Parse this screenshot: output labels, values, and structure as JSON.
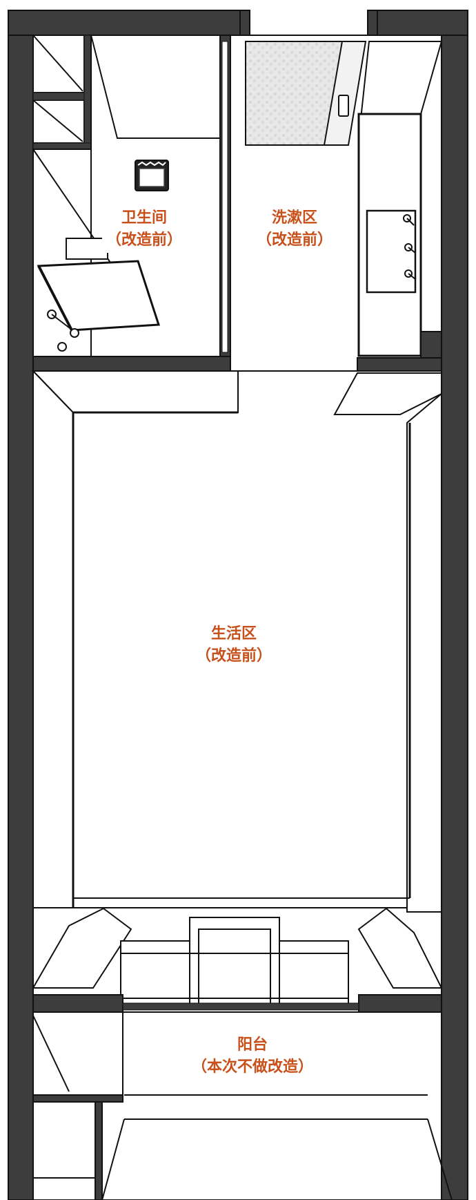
{
  "colors": {
    "wall": "#3d3d3d",
    "wall_edge": "#1a1a1a",
    "floor": "#ffffff",
    "fixture_line": "#222222",
    "frosted_glass": "#e4e4e4",
    "label_text": "#c8501a"
  },
  "rooms": {
    "bathroom": {
      "name": "卫生间",
      "note": "（改造前）"
    },
    "wash_area": {
      "name": "洗漱区",
      "note": "（改造前）"
    },
    "living_area": {
      "name": "生活区",
      "note": "（改造前）"
    },
    "balcony": {
      "name": "阳台",
      "note": "（本次不做改造）"
    }
  }
}
